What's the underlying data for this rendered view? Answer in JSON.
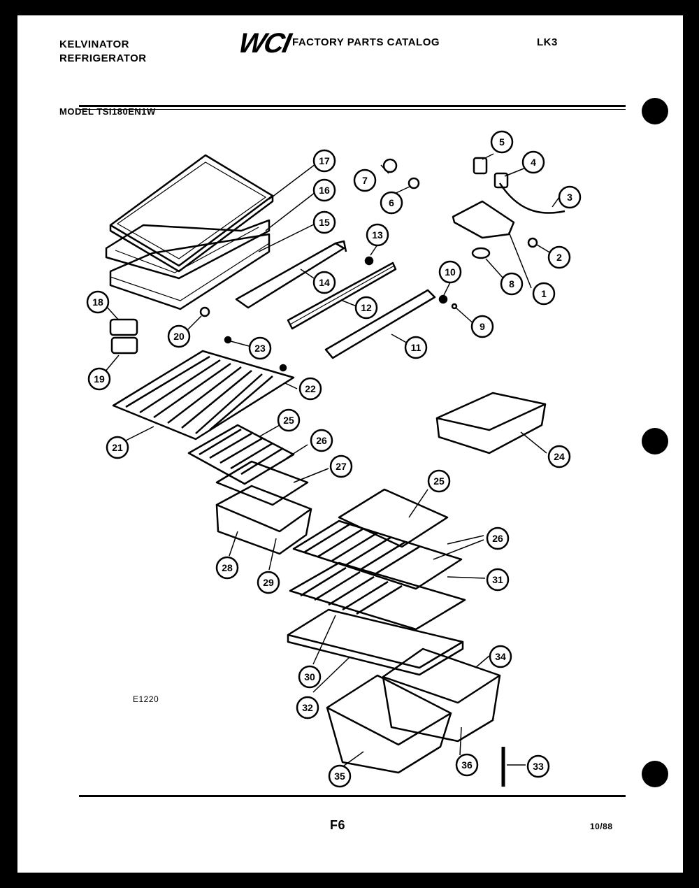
{
  "header": {
    "brand_line1": "KELVINATOR",
    "brand_line2": "REFRIGERATOR",
    "logo": "WCI",
    "catalog_title": "FACTORY PARTS CATALOG",
    "doc_number": "LK3",
    "model": "MODEL TSI180EN1W"
  },
  "diagram": {
    "drawing_number": "E1220",
    "callouts": [
      "1",
      "2",
      "3",
      "4",
      "5",
      "6",
      "7",
      "8",
      "9",
      "10",
      "11",
      "12",
      "13",
      "14",
      "15",
      "16",
      "17",
      "18",
      "19",
      "20",
      "21",
      "22",
      "23",
      "24",
      "25",
      "26",
      "27",
      "28",
      "29",
      "30",
      "31",
      "32",
      "33",
      "34",
      "35",
      "36",
      "25",
      "26"
    ]
  },
  "footer": {
    "page": "F6",
    "date": "10/88"
  }
}
